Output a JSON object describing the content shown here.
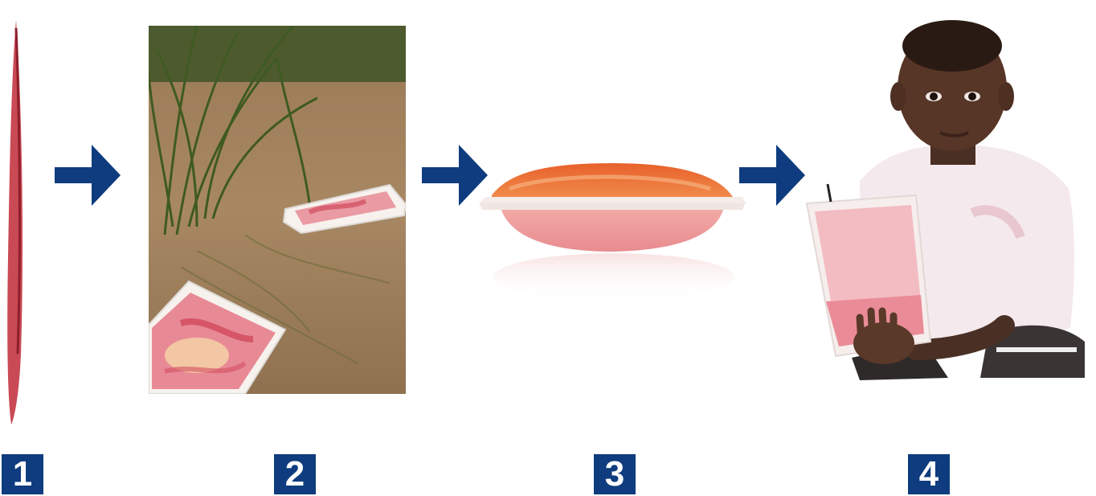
{
  "accent_color": "#0e3c7e",
  "steps": [
    {
      "number": "1",
      "image": "flat-pouch-edge-view"
    },
    {
      "number": "2",
      "image": "pouches-floating-in-muddy-pond"
    },
    {
      "number": "3",
      "image": "filled-orange-water-pouch"
    },
    {
      "number": "4",
      "image": "child-holding-water-pouch"
    }
  ],
  "arrows": [
    "arrow-right-icon",
    "arrow-right-icon",
    "arrow-right-icon"
  ]
}
